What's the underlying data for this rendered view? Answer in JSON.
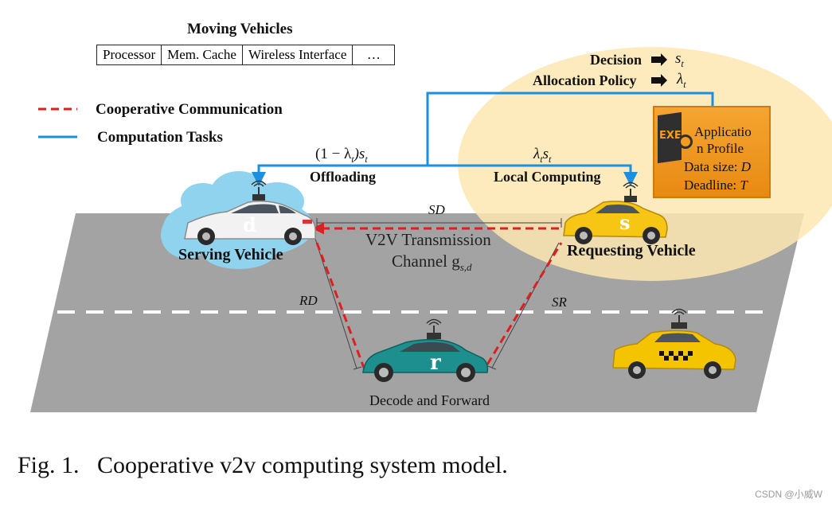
{
  "header": {
    "title": "Moving Vehicles",
    "cells": [
      "Processor",
      "Mem. Cache",
      "Wireless Interface",
      "…"
    ]
  },
  "legend": {
    "cooperative": "Cooperative Communication",
    "computation": "Computation Tasks"
  },
  "policy": {
    "decision_label": "Decision",
    "decision_symbol": "s",
    "decision_sub": "t",
    "allocation_label": "Allocation Policy",
    "allocation_symbol": "λ",
    "allocation_sub": "t"
  },
  "app_profile": {
    "icon_text": "EXE",
    "line1": "Applicatio",
    "line2": "n Profile",
    "size_label": "Data size: ",
    "size_var": "D",
    "deadline_label": "Deadline: ",
    "deadline_var": "T"
  },
  "flows": {
    "offload_formula_a": "(1 − λ",
    "offload_formula_b": ")s",
    "offload_sub": "t",
    "offloading": "Offloading",
    "local_formula_a": "λ",
    "local_formula_b": "s",
    "local_sub": "t",
    "local_computing": "Local Computing"
  },
  "channel": {
    "sd": "SD",
    "rd": "RD",
    "sr": "SR",
    "line1": "V2V Transmission",
    "line2": "Channel g",
    "line2_sub": "s,d"
  },
  "vehicles": {
    "serving_label": "Serving Vehicle",
    "serving_letter": "d",
    "requesting_label": "Requesting Vehicle",
    "requesting_letter": "s",
    "relay_letter": "r",
    "relay_label": "Decode and Forward"
  },
  "caption": "Fig. 1.   Cooperative v2v computing system model.",
  "watermark": "CSDN @小威W",
  "colors": {
    "road": "#a3a3a3",
    "cooperative_line": "#dd1f1f",
    "computation_line": "#1b8fe0",
    "bubble": "#fde7b3",
    "cloud": "#8fd3ef",
    "app_box": "#f39c1e",
    "relay_car": "#1e8f8f",
    "taxi": "#f5c400"
  }
}
